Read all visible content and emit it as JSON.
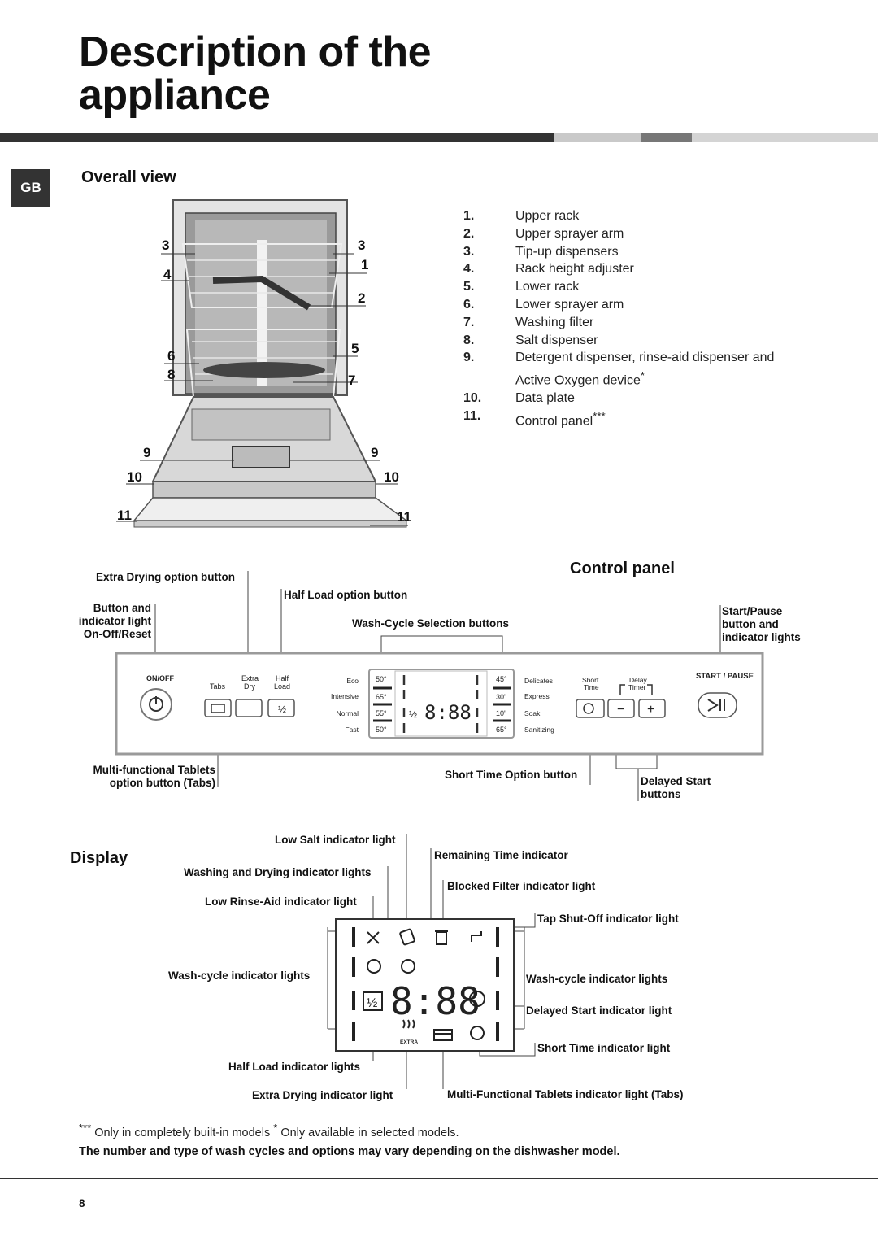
{
  "page": {
    "title_line1": "Description of the",
    "title_line2": "appliance",
    "lang_tab": "GB",
    "page_number": "8"
  },
  "overall_view": {
    "heading": "Overall view",
    "callouts": [
      "3",
      "4",
      "6",
      "8",
      "9",
      "10",
      "11",
      "3",
      "1",
      "2",
      "5",
      "7",
      "9",
      "10",
      "11"
    ],
    "parts": [
      {
        "num": "1.",
        "label": "Upper rack"
      },
      {
        "num": "2.",
        "label": "Upper sprayer arm"
      },
      {
        "num": "3.",
        "label": "Tip-up dispensers"
      },
      {
        "num": "4.",
        "label": "Rack height adjuster"
      },
      {
        "num": "5.",
        "label": "Lower rack"
      },
      {
        "num": "6.",
        "label": "Lower sprayer arm"
      },
      {
        "num": "7.",
        "label": "Washing filter"
      },
      {
        "num": "8.",
        "label": "Salt dispenser"
      },
      {
        "num": "9.",
        "label": "Detergent dispenser, rinse-aid dispenser and"
      },
      {
        "num": "",
        "label": "Active Oxygen device",
        "mark": "*"
      },
      {
        "num": "10.",
        "label": "Data plate"
      },
      {
        "num": "11.",
        "label": "Control panel",
        "mark": "***"
      }
    ]
  },
  "control_panel": {
    "heading": "Control panel",
    "labels": {
      "extra_drying": "Extra Drying option button",
      "half_load": "Half Load option button",
      "onoff_1": "Button and",
      "onoff_2": "indicator light",
      "onoff_3": "On-Off/Reset",
      "wash_cycle_sel": "Wash-Cycle Selection buttons",
      "start_1": "Start/Pause",
      "start_2": "button and",
      "start_3": "indicator lights",
      "tabs_1": "Multi-functional Tablets",
      "tabs_2": "option button (Tabs)",
      "short_time": "Short Time Option button",
      "delay_1": "Delayed Start",
      "delay_2": "buttons"
    },
    "panel_text": {
      "onoff": "ON/OFF",
      "tabs": "Tabs",
      "extra": "Extra",
      "dry": "Dry",
      "half": "Half",
      "load": "Load",
      "left_cycles": [
        "Eco",
        "Intensive",
        "Normal",
        "Fast"
      ],
      "left_temps": [
        "50°",
        "65°",
        "55°",
        "50°"
      ],
      "right_temps": [
        "45°",
        "30'",
        "10'",
        "65°"
      ],
      "right_cycles": [
        "Delicates",
        "Express",
        "Soak",
        "Sanitizing"
      ],
      "short": "Short",
      "time": "Time",
      "delay": "Delay",
      "timer": "Timer",
      "start_pause": "START / PAUSE",
      "digits": "8:88",
      "half_symbol": "½",
      "minus": "−",
      "plus": "+"
    }
  },
  "display": {
    "heading": "Display",
    "digits": "8:88",
    "half_symbol": "½",
    "extra_text": "EXTRA",
    "labels": {
      "low_salt": "Low Salt indicator light",
      "remaining_time": "Remaining Time indicator",
      "washing_drying": "Washing and Drying indicator lights",
      "blocked_filter": "Blocked Filter indicator light",
      "low_rinse": "Low Rinse-Aid indicator light",
      "tap_shutoff": "Tap Shut-Off indicator light",
      "wash_cycle_left": "Wash-cycle indicator lights",
      "wash_cycle_right": "Wash-cycle indicator lights",
      "delayed_start": "Delayed Start indicator light",
      "short_time": "Short Time indicator light",
      "half_load": "Half Load indicator lights",
      "extra_drying": "Extra Drying indicator light",
      "tabs": "Multi-Functional Tablets indicator light (Tabs)"
    }
  },
  "footnotes": {
    "mark1": "***",
    "note1": " Only in completely built-in models ",
    "mark2": "*",
    "note2": " Only available in selected models.",
    "bold_note": "The number and type of wash cycles and options may vary depending on the dishwasher model."
  },
  "colors": {
    "bar_dark": "#333333",
    "bar_mid": "#777777",
    "bar_light": "#c9c9c9",
    "panel_border": "#9a9a9a"
  }
}
